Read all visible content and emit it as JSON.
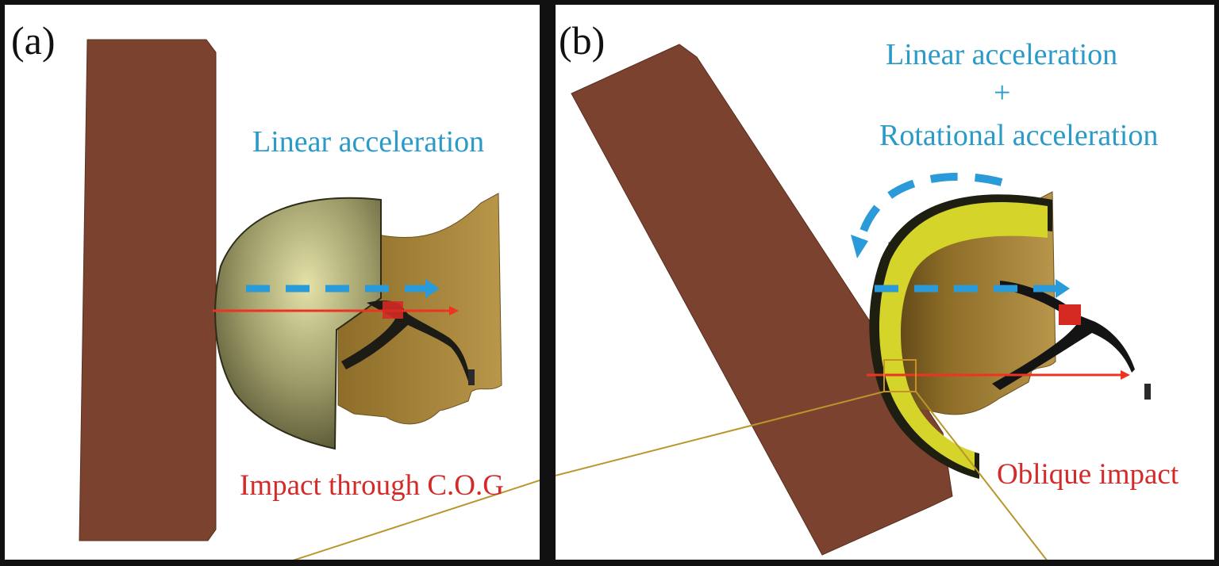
{
  "figure": {
    "panels": [
      {
        "id": "a",
        "label": "(a)",
        "acceleration_label": "Linear acceleration",
        "impact_label": "Impact through C.O.G"
      },
      {
        "id": "b",
        "label": "(b)",
        "acceleration_lines": [
          "Linear acceleration",
          "+",
          "Rotational acceleration"
        ],
        "impact_label": "Oblique impact"
      }
    ],
    "colors": {
      "impactor": "#7b4230",
      "helmet_shell_a": "#8c8b5a",
      "helmet_liner_b": "#d4d42a",
      "head": "#a8873c",
      "acceleration_arrow": "#2a9ad8",
      "impact_arrow": "#ee3322",
      "cog_marker": "#d42a22",
      "callout_line": "#b8962a"
    }
  }
}
